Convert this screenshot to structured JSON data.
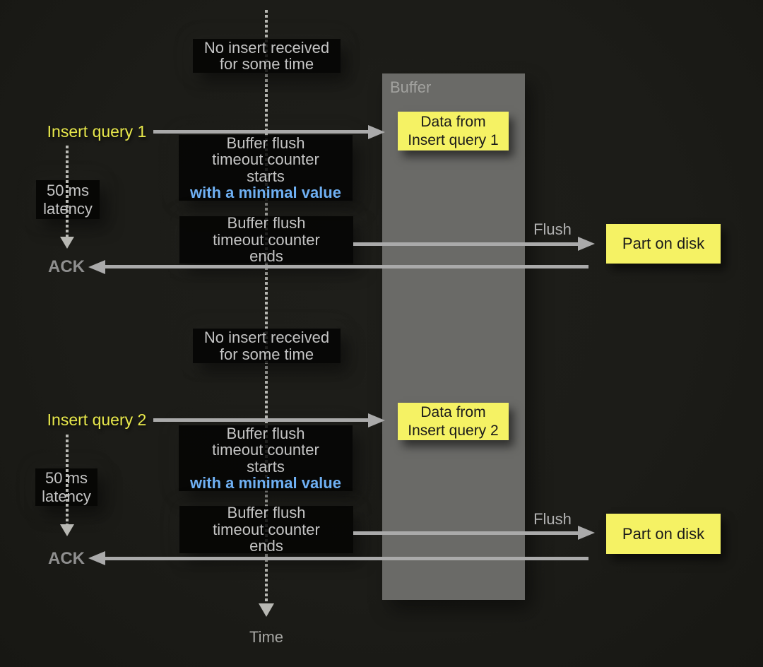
{
  "timeline": {
    "label": "Time"
  },
  "buffer": {
    "label": "Buffer",
    "notes": [
      [
        "Data from",
        "Insert query 1"
      ],
      [
        "Data from",
        "Insert query 2"
      ]
    ]
  },
  "events": {
    "no_insert": [
      "No insert received",
      "for some time"
    ],
    "counter": [
      "Buffer flush",
      "timeout counter"
    ],
    "starts": "starts",
    "starts_highlight": "with a minimal value",
    "ends": "ends"
  },
  "left": {
    "insert_query_1": "Insert query 1",
    "insert_query_2": "Insert query 2",
    "latency": [
      "50 ms",
      "latency"
    ],
    "ack": "ACK"
  },
  "right": {
    "flush": "Flush",
    "part_on_disk": "Part on disk"
  },
  "colors": {
    "background": "#1c1c18",
    "box_bg": "rgba(4,4,2,0.84)",
    "box_text": "#c4c4c4",
    "highlight_blue": "#6fb0f3",
    "query_yellow": "#e8e84b",
    "note_yellow": "#f5f264",
    "note_text": "#1a1a1a",
    "buffer_gray": "#6a6a67",
    "buffer_label": "#a2a29f",
    "arrow_gray": "#aaaaaa",
    "dotted_gray": "#b8b8b3",
    "ack_gray": "#8f8f8f",
    "flush_gray": "#b2b2b2",
    "time_gray": "#a5a5a2"
  }
}
